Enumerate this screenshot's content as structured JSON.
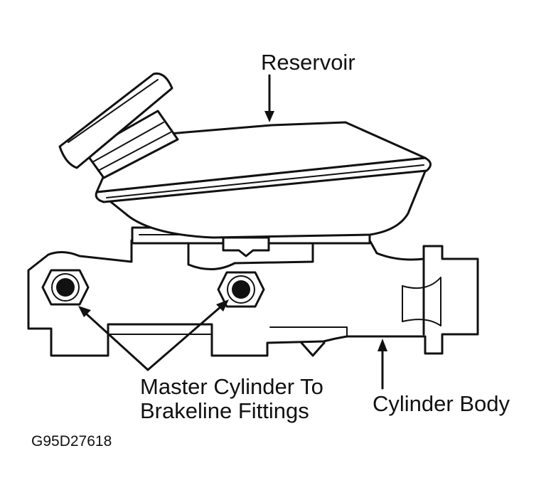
{
  "labels": {
    "reservoir": "Reservoir",
    "fittings_line1": "Master Cylinder To",
    "fittings_line2": "Brakeline Fittings",
    "cylinder_body": "Cylinder Body",
    "figure_id": "G95D27618"
  },
  "colors": {
    "ink": "#111111",
    "background": "#ffffff"
  }
}
